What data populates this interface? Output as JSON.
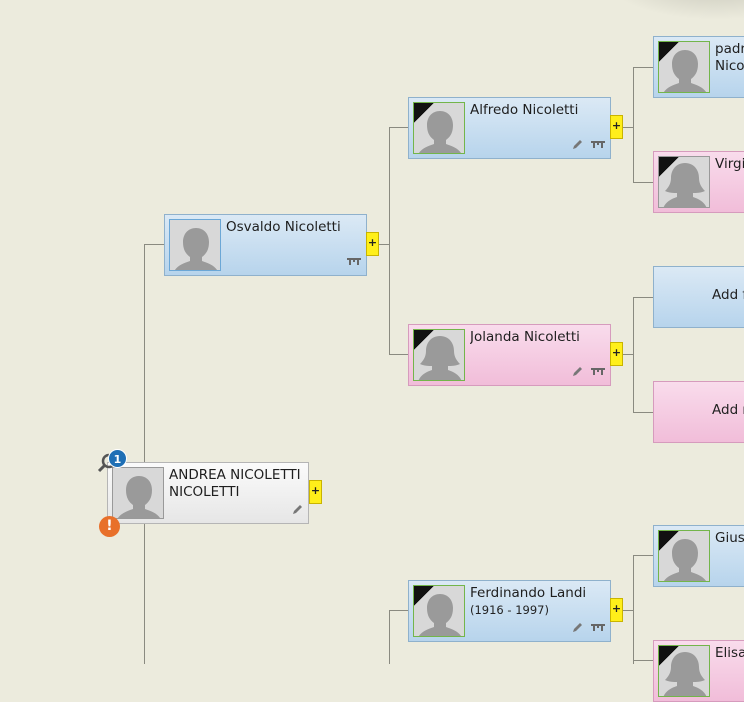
{
  "root": {
    "name_line1": "ANDREA NICOLETTI",
    "name_line2": "NICOLETTI",
    "search_badge": "1",
    "warning": "!"
  },
  "gen1": {
    "father": {
      "name": "Osvaldo Nicoletti"
    }
  },
  "gen2": {
    "paternal_grandfather": {
      "name": "Alfredo Nicoletti"
    },
    "paternal_grandmother": {
      "name": "Jolanda Nicoletti"
    },
    "maternal_grandfather": {
      "name": "Ferdinando Landi",
      "dates": "(1916 - 1997)"
    }
  },
  "gen3": {
    "item1": {
      "name_line1": "padr",
      "name_line2": "Nicol"
    },
    "item2": {
      "name": "Virgi"
    },
    "add_father": "Add f",
    "add_mother": "Add r",
    "item5": {
      "name": "Giuse"
    },
    "item6": {
      "name": "Elisa"
    }
  },
  "plus_label": "+",
  "icons": [
    "search-icon",
    "pencil-icon",
    "tree-icon",
    "mourning-ribbon-icon",
    "silhouette-icon",
    "warning-icon"
  ]
}
